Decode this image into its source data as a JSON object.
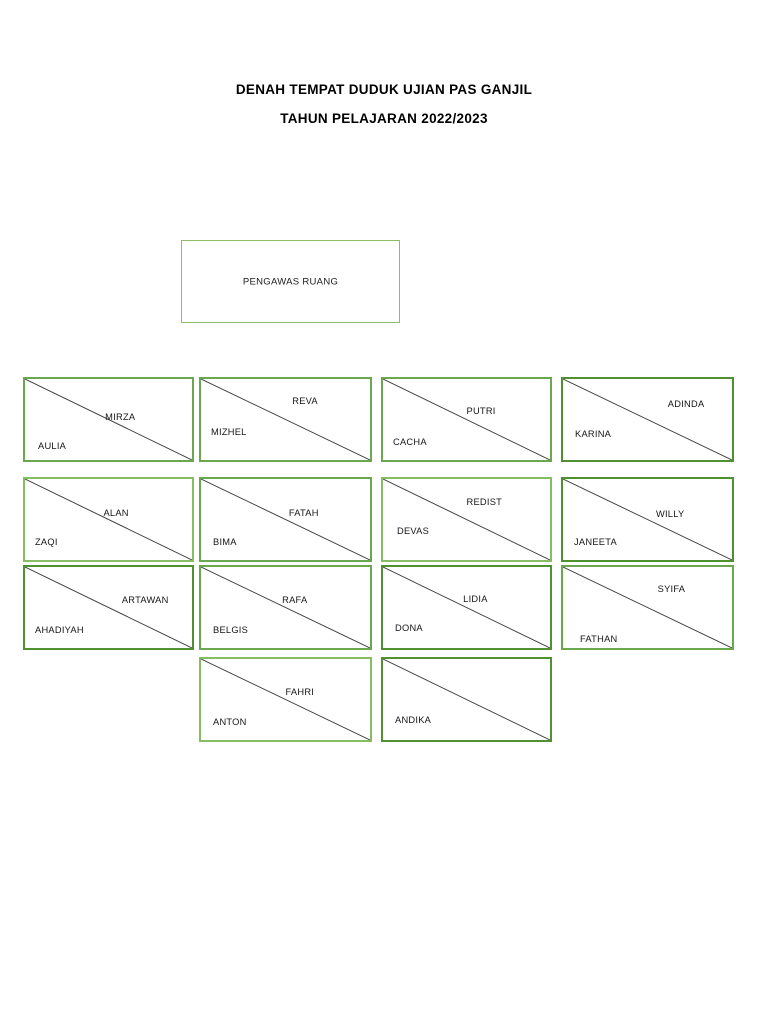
{
  "document": {
    "title_line_1": "DENAH TEMPAT DUDUK UJIAN PAS GANJIL",
    "title_line_2": "TAHUN PELAJARAN 2022/2023"
  },
  "supervisor": {
    "label": "PENGAWAS RUANG"
  },
  "colors": {
    "desk_border_strong": "#4f9130",
    "desk_border_mid": "#6aa84f",
    "desk_border_light": "#86bd63",
    "supervisor_border": "#8fbc6a",
    "diagonal_line": "#3c3c3c",
    "text": "#161616",
    "background": "#ffffff"
  },
  "seating": {
    "rows": [
      {
        "row_index": 1,
        "desks": [
          {
            "column": 1,
            "upper_name": "MIRZA",
            "lower_name": "AULIA",
            "border": "mid"
          },
          {
            "column": 2,
            "upper_name": "REVA",
            "lower_name": "MIZHEL",
            "border": "mid"
          },
          {
            "column": 3,
            "upper_name": "PUTRI",
            "lower_name": "CACHA",
            "border": "mid"
          },
          {
            "column": 4,
            "upper_name": "ADINDA",
            "lower_name": "KARINA",
            "border": "strong"
          }
        ]
      },
      {
        "row_index": 2,
        "desks": [
          {
            "column": 1,
            "upper_name": "ALAN",
            "lower_name": "ZAQI",
            "border": "light"
          },
          {
            "column": 2,
            "upper_name": "FATAH",
            "lower_name": "BIMA",
            "border": "mid"
          },
          {
            "column": 3,
            "upper_name": "REDIST",
            "lower_name": "DEVAS",
            "border": "light"
          },
          {
            "column": 4,
            "upper_name": "WILLY",
            "lower_name": "JANEETA",
            "border": "strong"
          }
        ]
      },
      {
        "row_index": 3,
        "desks": [
          {
            "column": 1,
            "upper_name": "ARTAWAN",
            "lower_name": "AHADIYAH",
            "border": "strong"
          },
          {
            "column": 2,
            "upper_name": "RAFA",
            "lower_name": "BELGIS",
            "border": "mid"
          },
          {
            "column": 3,
            "upper_name": "LIDIA",
            "lower_name": "DONA",
            "border": "strong"
          },
          {
            "column": 4,
            "upper_name": "SYIFA",
            "lower_name": "FATHAN",
            "border": "mid"
          }
        ]
      },
      {
        "row_index": 4,
        "desks": [
          {
            "column": 2,
            "upper_name": "FAHRI",
            "lower_name": "ANTON",
            "border": "light"
          },
          {
            "column": 3,
            "upper_name": "",
            "lower_name": "ANDIKA",
            "border": "strong"
          }
        ]
      }
    ]
  }
}
